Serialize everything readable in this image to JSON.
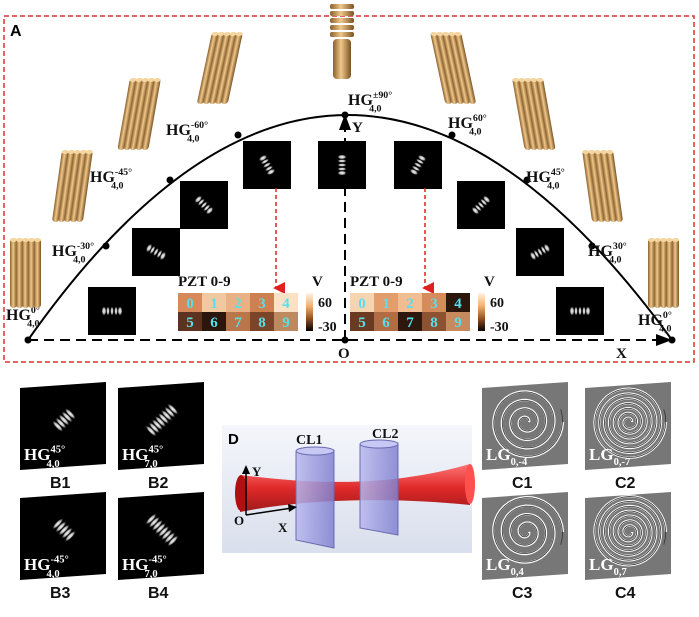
{
  "panel_a": {
    "label": "A",
    "axis_y": "Y",
    "axis_x": "X",
    "origin": "O",
    "states": [
      {
        "id": "0-left",
        "base": "HG",
        "sup": "0°",
        "sub": "4,0"
      },
      {
        "id": "m30",
        "base": "HG",
        "sup": "-30°",
        "sub": "4,0"
      },
      {
        "id": "m45",
        "base": "HG",
        "sup": "-45°",
        "sub": "4,0"
      },
      {
        "id": "m60",
        "base": "HG",
        "sup": "-60°",
        "sub": "4,0"
      },
      {
        "id": "pm90",
        "base": "HG",
        "sup": "±90°",
        "sub": "4,0"
      },
      {
        "id": "p60",
        "base": "HG",
        "sup": "60°",
        "sub": "4,0"
      },
      {
        "id": "p45",
        "base": "HG",
        "sup": "45°",
        "sub": "4,0"
      },
      {
        "id": "p30",
        "base": "HG",
        "sup": "30°",
        "sub": "4,0"
      },
      {
        "id": "0-right",
        "base": "HG",
        "sup": "0°",
        "sub": "4,0"
      }
    ],
    "pzt_left": {
      "title": "PZT 0-9",
      "unit": "V",
      "cells": [
        "0",
        "1",
        "2",
        "3",
        "4",
        "5",
        "6",
        "7",
        "8",
        "9"
      ],
      "cell_colors": [
        "#d6895a",
        "#f1c8a0",
        "#e9b184",
        "#cd8150",
        "#fbe2c6",
        "#5e3220",
        "#2a160c",
        "#b9764a",
        "#7a4528",
        "#bd8a60"
      ],
      "scale_max": "60",
      "scale_min": "-30"
    },
    "pzt_right": {
      "title": "PZT 0-9",
      "unit": "V",
      "cells": [
        "0",
        "1",
        "2",
        "3",
        "4",
        "5",
        "6",
        "7",
        "8",
        "9"
      ],
      "cell_colors": [
        "#f6d4b2",
        "#e39c6c",
        "#f0be92",
        "#d58c5a",
        "#2c170c",
        "#6a3a22",
        "#b06c42",
        "#2e180d",
        "#8d5231",
        "#c88a5c"
      ],
      "scale_max": "60",
      "scale_min": "-30"
    }
  },
  "panel_b": [
    {
      "label": "B1",
      "base": "HG",
      "sup": "45°",
      "sub": "4,0"
    },
    {
      "label": "B2",
      "base": "HG",
      "sup": "45°",
      "sub": "7,0"
    },
    {
      "label": "B3",
      "base": "HG",
      "sup": "-45°",
      "sub": "4,0"
    },
    {
      "label": "B4",
      "base": "HG",
      "sup": "-45°",
      "sub": "7,0"
    }
  ],
  "panel_d": {
    "label": "D",
    "lens1": "CL1",
    "lens2": "CL2",
    "axis_y": "Y",
    "axis_x": "X",
    "origin": "O"
  },
  "panel_c": [
    {
      "label": "C1",
      "base": "LG",
      "sub": "0,-4"
    },
    {
      "label": "C2",
      "base": "LG",
      "sub": "0,-7"
    },
    {
      "label": "C3",
      "base": "LG",
      "sub": "0,4"
    },
    {
      "label": "C4",
      "base": "LG",
      "sub": "0,7"
    }
  ],
  "colors": {
    "frame": "#e03030",
    "arrow": "#e02020",
    "beam": "#e01818",
    "lens": "#9a9ad8",
    "text_cyan": "#55e0f0",
    "pillar": "#c89a5a"
  }
}
